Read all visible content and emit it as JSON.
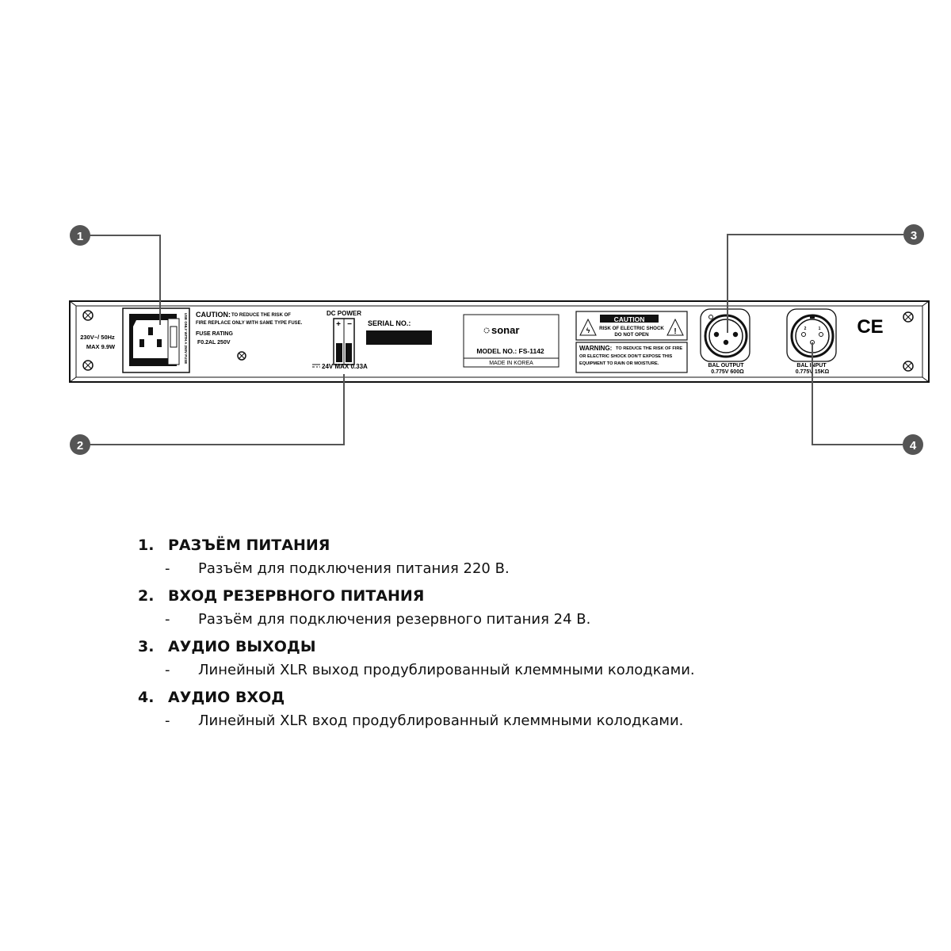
{
  "panel": {
    "power_label_line1": "230V~/ 50Hz",
    "power_label_line2": "MAX 9.9W",
    "fuse_side_text": "USE ONLY WITH A 250V FUSE",
    "caution_head": "CAUTION:",
    "caution_text_line1": "TO REDUCE THE RISK OF",
    "caution_text_line2": "FIRE REPLACE ONLY WITH SAME TYPE FUSE.",
    "fuse_rating_label": "FUSE RATING",
    "fuse_rating_value": "F0.2AL 250V",
    "dc_power_label": "DC POWER",
    "dc_plus": "+",
    "dc_minus": "−",
    "dc_rating": "24V MAX 0.33A",
    "serial_label": "SERIAL NO.:",
    "brand": "sonar",
    "model": "MODEL NO.: FS-1142",
    "made_in": "MADE IN KOREA",
    "caution_box_title": "CAUTION",
    "caution_box_line1": "RISK OF ELECTRIC SHOCK",
    "caution_box_line2": "DO NOT OPEN",
    "warning_head": "WARNING:",
    "warning_line1": "TO REDUCE THE RISK OF  FIRE",
    "warning_line2": "OR ELECTRIC SHOCK DON'T EXPOSE THIS",
    "warning_line3": "EQUIPMENT TO RAIN OR MOISTURE.",
    "bal_output_line1": "BAL OUTPUT",
    "bal_output_line2": "0.775V 600Ω",
    "bal_input_line1": "BAL INPUT",
    "bal_input_line2": "0.775V 15KΩ",
    "xlr_pin_2": "2",
    "xlr_pin_1": "1",
    "ce_mark": "CE"
  },
  "callouts": [
    "1",
    "2",
    "3",
    "4"
  ],
  "legend": [
    {
      "num": "1.",
      "title": "РАЗЪЁМ ПИТАНИЯ",
      "dash": "-",
      "desc": "Разъём для подключения питания 220 В."
    },
    {
      "num": "2.",
      "title": "ВХОД РЕЗЕРВНОГО ПИТАНИЯ",
      "dash": "-",
      "desc": "Разъём для подключения резервного питания 24 В."
    },
    {
      "num": "3.",
      "title": "АУДИО ВЫХОДЫ",
      "dash": "-",
      "desc": "Линейный XLR выход продублированный клеммными колодками."
    },
    {
      "num": "4.",
      "title": "АУДИО ВХОД",
      "dash": "-",
      "desc": "Линейный XLR вход продублированный клеммными колодками."
    }
  ]
}
